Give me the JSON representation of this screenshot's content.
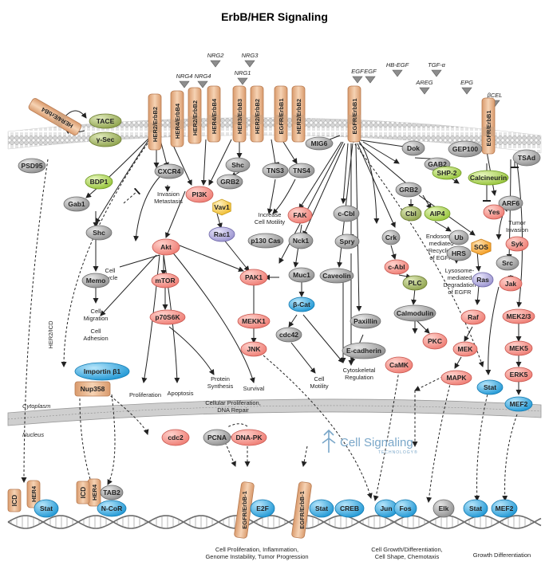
{
  "title": "ErbB/HER Signaling",
  "colors": {
    "salmon": "#f08a82",
    "gray": "#9c9c9c",
    "olive": "#9aae58",
    "lime": "#a8d24e",
    "lavender": "#a9a3d6",
    "blue": "#2ca7e0",
    "orange": "#f5a623",
    "yellow": "#f3c33a",
    "receptor": "#e9b48c",
    "ligand": "#8d8d8d",
    "membrane": "#bdbdbd",
    "dna": "#6b6b6b"
  },
  "ligands": [
    "NRG2",
    "NRG3",
    "NRG4",
    "NRG4",
    "NRG1",
    "EGF",
    "EGF",
    "HB-EGF",
    "TGF-α",
    "AREG",
    "EPG",
    "βCEL"
  ],
  "receptors": [
    "HER4/ErbB4",
    "HER2/ErbB2",
    "HER4/ErbB4",
    "HER2/ErbB2",
    "HER4/ErbB4",
    "HER3/ErbB3",
    "HER2/ErbB2",
    "EGFR/ErbB1",
    "HER2/ErbB2",
    "EGFR/ErbB1",
    "EGFR/ErbB1"
  ],
  "nuclear_receptors": [
    "EGFR/ErbB-1",
    "EGFR/ErbB-1",
    "HER4",
    "HER4"
  ],
  "nodes": {
    "tace": "TACE",
    "gsec": "γ-Sec",
    "psd95": "PSD95",
    "bdp1": "BDP1",
    "gab1": "Gab1",
    "shc1": "Shc",
    "memo": "Memo",
    "cxcr4": "CXCR4",
    "pi3k": "PI3K",
    "akt": "Akt",
    "mtor": "mTOR",
    "p70s6k": "p70S6K",
    "shc2": "Shc",
    "grb2a": "GRB2",
    "tns3": "TNS3",
    "tns4": "TNS4",
    "mig6": "MIG6",
    "vav1": "Vav1",
    "rac1": "Rac1",
    "p130cas": "p130 Cas",
    "pak1": "PAK1",
    "mekk1": "MEKK1",
    "jnk": "JNK",
    "fak": "FAK",
    "nck1": "Nck1",
    "muc1": "Muc1",
    "bcat": "β-Cat",
    "cdc42": "cdc42",
    "ccbl": "c-Cbl",
    "spry": "Spry",
    "caveolin": "Caveolin",
    "paxillin": "Paxillin",
    "ecad": "E-cadherin",
    "crk": "Crk",
    "cabl": "c-Abl",
    "plc": "PLC",
    "calmodulin": "Calmodulin",
    "camk": "CaMK",
    "pkc": "PKC",
    "grb2b": "GRB2",
    "cbl": "Cbl",
    "aip4": "AIP4",
    "ub": "Ub",
    "hrs": "HRS",
    "sos": "SOS",
    "ras": "Ras",
    "raf": "Raf",
    "mek": "MEK",
    "mapk": "MAPK",
    "dok": "Dok",
    "gab2": "GAB2",
    "shp2": "SHP-2",
    "gep100": "GEP100",
    "calcineurin": "Calcineurin",
    "tsad": "TSAd",
    "arf6": "ARF6",
    "yes": "Yes",
    "syk": "Syk",
    "src": "Src",
    "jak": "Jak",
    "stat1": "Stat",
    "mek23": "MEK2/3",
    "mek5": "MEK5",
    "erk5": "ERK5",
    "mef2a": "MEF2",
    "importin": "Importin β1",
    "nup358": "Nup358",
    "cdc2": "cdc2",
    "pcna": "PCNA",
    "dnapk": "DNA-PK",
    "stat_n1": "Stat",
    "tab2": "TAB2",
    "ncor": "N-CoR",
    "e2f": "E2F",
    "stat_n2": "Stat",
    "creb": "CREB",
    "jun": "Jun",
    "fos": "Fos",
    "elk": "Elk",
    "stat_n3": "Stat",
    "mef2b": "MEF2",
    "icd1": "ICD",
    "icd2": "ICD"
  },
  "labels": {
    "invasion": [
      "Invasion",
      "Metastasis"
    ],
    "increase_motility": [
      "Increase",
      "Cell Motility"
    ],
    "cell_migration": [
      "Cell",
      "Migration"
    ],
    "cell_cycle": [
      "Cell",
      "Cycle"
    ],
    "cell_adhesion": [
      "Cell",
      "Adhesion"
    ],
    "proliferation": "Proliferation",
    "apoptosis": "Apoptosis",
    "protein_synthesis": [
      "Protein",
      "Synthesis"
    ],
    "survival": "Survival",
    "cell_motility": [
      "Cell",
      "Motility"
    ],
    "cytoskeletal": [
      "Cytoskeletal",
      "Regulation"
    ],
    "endosome": [
      "Endosome-",
      "mediated",
      "Recycling",
      "of EGFR"
    ],
    "lysosome": [
      "Lysosome-",
      "mediated",
      "Degradation",
      "of EGFR"
    ],
    "tumor_invasion": [
      "Tumor",
      "Invasion"
    ],
    "her2_icd": "HER2/ICD",
    "cytoplasm": "Cytoplasm",
    "nucleus": "Nucleus",
    "cell_prolif_dna": [
      "Cellular Proliferation,",
      "DNA Repair"
    ],
    "bottom1": [
      "Cell Proliferation, Inflammation,",
      "Genome Instability, Tumor Progression"
    ],
    "bottom2": [
      "Cell Growth/Differentiation,",
      "Cell Shape, Chemotaxis"
    ],
    "bottom3": "Growth Differentiation",
    "logo_main": "Cell Signaling",
    "logo_sub": "TECHNOLOGY®"
  }
}
